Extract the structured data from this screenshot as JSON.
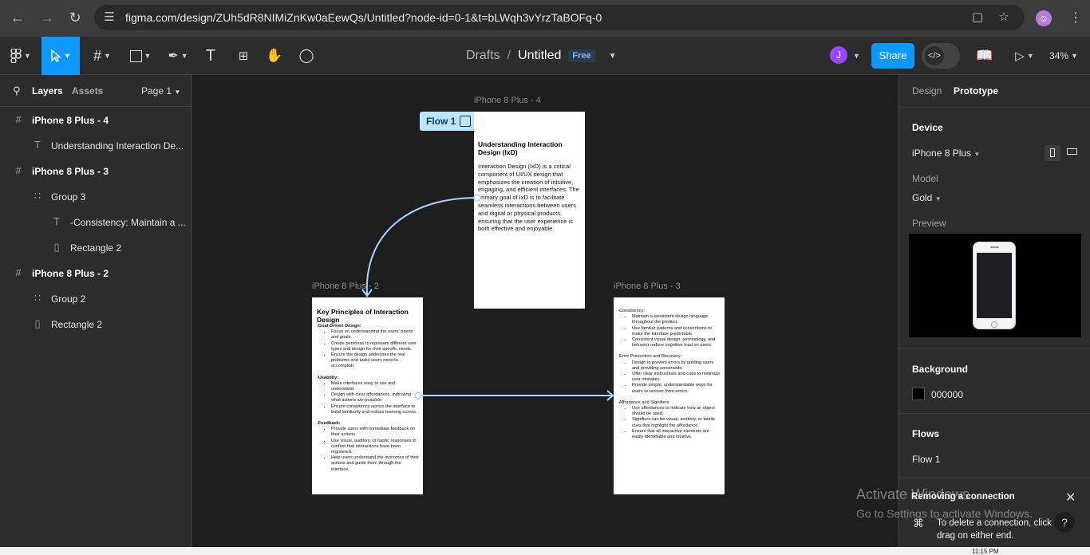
{
  "browser": {
    "url": "figma.com/design/ZUh5dR8NIMiZnKw0aEewQs/Untitled?node-id=0-1&t=bLWqh3vYrzTaBOFq-0",
    "icons": [
      "back-icon",
      "forward-icon",
      "reload-icon",
      "site-info-icon",
      "no-camera-icon",
      "star-icon",
      "profile-icon"
    ]
  },
  "toolbar": {
    "breadcrumb_drafts": "Drafts",
    "breadcrumb_sep": "/",
    "file_title": "Untitled",
    "plan_badge": "Free",
    "avatar_initial": "J",
    "share_label": "Share",
    "dev_mode_icon": "</>",
    "zoom": "34%"
  },
  "left_panel": {
    "tabs": [
      "Layers",
      "Assets"
    ],
    "page": "Page 1",
    "layers": [
      {
        "label": "iPhone 8 Plus - 4",
        "type": "frame"
      },
      {
        "label": "Understanding Interaction De...",
        "type": "text"
      },
      {
        "label": "iPhone 8 Plus - 3",
        "type": "frame"
      },
      {
        "label": "Group 3",
        "type": "group"
      },
      {
        "label": "-Consistency: Maintain a ...",
        "type": "text"
      },
      {
        "label": "Rectangle 2",
        "type": "rect"
      },
      {
        "label": "iPhone 8 Plus - 2",
        "type": "frame"
      },
      {
        "label": "Group 2",
        "type": "group"
      },
      {
        "label": "Rectangle 2",
        "type": "rect"
      }
    ]
  },
  "canvas": {
    "flow_tag": "Flow 1",
    "frame4": {
      "label": "iPhone 8 Plus - 4",
      "title": "Understanding Interaction Design (IxD)",
      "body": "Interaction Design (IxD) is a critical component of UI/UX design that emphasizes the creation of intuitive, engaging, and efficient interfaces. The primary goal of IxD is to facilitate seamless interactions between users and digital or physical products, ensuring that the user experience is both effective and enjoyable."
    },
    "frame2": {
      "label": "iPhone 8 Plus - 2",
      "title": "Key Principles of Interaction Design",
      "sections": [
        {
          "heading": "-Goal-Driven Design:",
          "items": [
            "Focus on understanding the users' needs and goals.",
            "Create personas to represent different user types and design for their specific needs.",
            "Ensure the design addresses the real problems and tasks users need to accomplish."
          ]
        },
        {
          "heading": "-Usability:",
          "items": [
            "Make interfaces easy to use and understand.",
            "Design with clear affordances, indicating what actions are possible.",
            "Ensure consistency across the interface to build familiarity and reduce learning curves."
          ]
        },
        {
          "heading": "-Feedback:",
          "items": [
            "Provide users with immediate feedback on their actions.",
            "Use visual, auditory, or haptic responses to confirm that interactions have been registered.",
            "Help users understand the outcomes of their actions and guide them through the interface."
          ]
        }
      ]
    },
    "frame3": {
      "label": "iPhone 8 Plus - 3",
      "sections": [
        {
          "heading": "-Consistency:",
          "items": [
            "Maintain a consistent design language throughout the product.",
            "Use familiar patterns and conventions to make the interface predictable.",
            "Consistent visual design, terminology, and behavior reduce cognitive load on users."
          ]
        },
        {
          "heading": "-Error Prevention and Recovery:",
          "items": [
            "Design to prevent errors by guiding users and providing constraints.",
            "Offer clear instructions and cues to minimize user mistakes.",
            "Provide simple, understandable ways for users to recover from errors."
          ]
        },
        {
          "heading": "-Affordance and Signifiers:",
          "items": [
            "Use affordances to indicate how an object should be used.",
            "Signifiers can be visual, auditory, or tactile cues that highlight the affordance.",
            "Ensure that all interactive elements are easily identifiable and intuitive."
          ]
        }
      ]
    }
  },
  "right_panel": {
    "tabs": [
      "Design",
      "Prototype"
    ],
    "device_heading": "Device",
    "device_value": "iPhone 8 Plus",
    "model_label": "Model",
    "model_value": "Gold",
    "preview_label": "Preview",
    "background_heading": "Background",
    "background_value": "000000",
    "flows_heading": "Flows",
    "flow_item": "Flow 1"
  },
  "toast": {
    "title": "Removing a connection",
    "line1": "To delete a connection, click",
    "line2": "drag on either end."
  },
  "watermark": {
    "line1": "Activate Windows",
    "line2": "Go to Settings to activate Windows."
  },
  "taskbar": {
    "clock": "11:15 PM"
  },
  "colors": {
    "accent": "#0d99ff",
    "canvas_bg": "#1e1e1e",
    "panel_bg": "#2c2c2c",
    "flow_tag": "#bde3ff",
    "connector": "#a9d4ff",
    "avatar": "#9747ff"
  }
}
